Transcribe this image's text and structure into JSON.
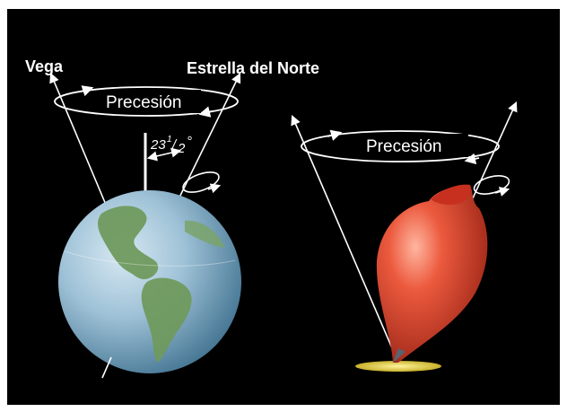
{
  "labels": {
    "vega": "Vega",
    "north_star": "Estrella del Norte",
    "precession_left": "Precesión",
    "precession_right": "Precesión",
    "tilt_whole": "23",
    "tilt_fraction_num": "1",
    "tilt_fraction_sep": "/",
    "tilt_fraction_den": "2",
    "tilt_degree": "°"
  },
  "colors": {
    "background": "#000000",
    "lines": "#ffffff",
    "top_body": "#d9402b",
    "top_tip_shadow": "#e8d63a",
    "ocean": "#8eb7cf",
    "land": "#5f8a52"
  },
  "icons": {
    "earth": "earth-globe",
    "spinning_top": "spinning-top"
  }
}
